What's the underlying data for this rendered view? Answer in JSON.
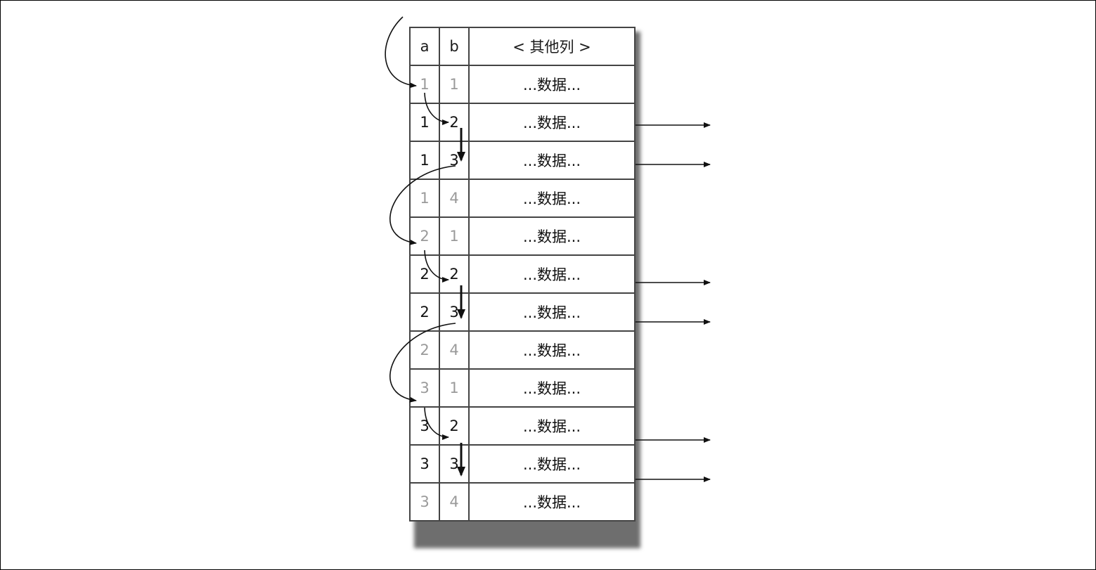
{
  "table": {
    "headers": [
      "a",
      "b",
      "< 其他列 >"
    ],
    "rows": [
      {
        "a": "1",
        "b": "1",
        "data": "...数据...",
        "matched": false
      },
      {
        "a": "1",
        "b": "2",
        "data": "...数据...",
        "matched": true
      },
      {
        "a": "1",
        "b": "3",
        "data": "...数据...",
        "matched": true
      },
      {
        "a": "1",
        "b": "4",
        "data": "...数据...",
        "matched": false
      },
      {
        "a": "2",
        "b": "1",
        "data": "...数据...",
        "matched": false
      },
      {
        "a": "2",
        "b": "2",
        "data": "...数据...",
        "matched": true
      },
      {
        "a": "2",
        "b": "3",
        "data": "...数据...",
        "matched": true
      },
      {
        "a": "2",
        "b": "4",
        "data": "...数据...",
        "matched": false
      },
      {
        "a": "3",
        "b": "1",
        "data": "...数据...",
        "matched": false
      },
      {
        "a": "3",
        "b": "2",
        "data": "...数据...",
        "matched": true
      },
      {
        "a": "3",
        "b": "3",
        "data": "...数据...",
        "matched": true
      },
      {
        "a": "3",
        "b": "4",
        "data": "...数据...",
        "matched": false
      }
    ]
  },
  "colors": {
    "border": "#444444",
    "dim_text": "#9a9a9a",
    "active_text": "#111111",
    "arrow": "#111111"
  }
}
